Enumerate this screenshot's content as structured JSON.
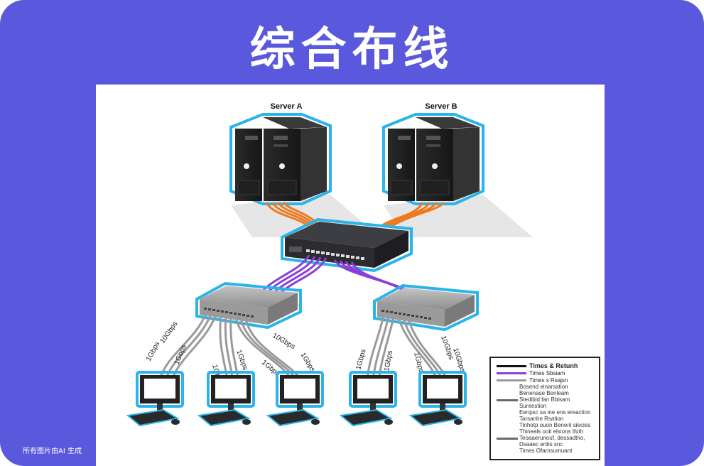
{
  "title": "综合布线",
  "footnote": "所有图片由AI 生成",
  "servers": [
    {
      "label": "Server A"
    },
    {
      "label": "Server B"
    }
  ],
  "link_labels": [
    "1Gbps",
    "10Gbps",
    "1Gbps",
    "1Gbps",
    "1Gbps",
    "1Gbps",
    "10Gbps",
    "1Gbps",
    "1Gbps",
    "1Gbps",
    "1Gbps",
    "10Gbps",
    "10Gbps"
  ],
  "legend": {
    "title": "Times & Retunh",
    "rows": [
      {
        "text": "Times Sbsiam",
        "color": "#8a40d8"
      },
      {
        "text": "Times s Rsajsn",
        "color": "#9a9a9a"
      },
      {
        "text": "Bosend einarsation",
        "color": ""
      },
      {
        "text": "Benenase Benleam",
        "color": ""
      },
      {
        "text": "Stedibid fan Bbisam",
        "color": "#6a6a6a"
      },
      {
        "text": "Sureestion",
        "color": ""
      },
      {
        "text": "Eenpsc sa ine ens ereaction",
        "color": ""
      },
      {
        "text": "Tarsanhe Rsation",
        "color": ""
      },
      {
        "text": "Tinhotp ouon Benenl siecies",
        "color": ""
      },
      {
        "text": "Thineals ooti elsions Ifuth",
        "color": ""
      },
      {
        "text": "Teoaaerunouf, dessadtrio,",
        "color": "#6a6a6a"
      },
      {
        "text": "Dsaaec enbs snc",
        "color": ""
      },
      {
        "text": "Times Ofarnsumuant",
        "color": ""
      }
    ]
  },
  "colors": {
    "frame": "#5a58dc",
    "server_cable": "#ee7a20",
    "uplink_cable": "#8a40d8",
    "access_cable": "#9a9a9a",
    "highlight": "#2ab4ea"
  }
}
